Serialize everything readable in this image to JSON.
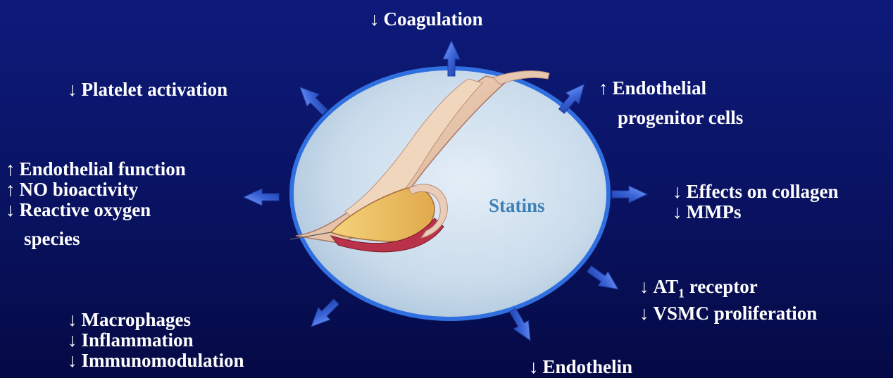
{
  "center": {
    "label": "Statins"
  },
  "effects": {
    "coagulation": {
      "arrow": "↓",
      "text": "Coagulation"
    },
    "platelet": {
      "arrow": "↓",
      "text": "Platelet activation"
    },
    "epc": {
      "arrow": "↑",
      "line1": "Endothelial",
      "line2": "progenitor cells"
    },
    "endo_function": {
      "arrow": "↑",
      "text": "Endothelial function"
    },
    "no_bio": {
      "arrow": "↑",
      "text": "NO bioactivity"
    },
    "ros": {
      "arrow": "↓",
      "line1": "Reactive oxygen",
      "line2": "species"
    },
    "collagen": {
      "arrow": "↓",
      "text": "Effects on collagen"
    },
    "mmps": {
      "arrow": "↓",
      "text": "MMPs"
    },
    "at1": {
      "arrow": "↓",
      "prefix": "AT",
      "subscript": "1",
      "suffix": " receptor"
    },
    "vsmc": {
      "arrow": "↓",
      "text": "VSMC proliferation"
    },
    "macrophages": {
      "arrow": "↓",
      "text": "Macrophages"
    },
    "inflammation": {
      "arrow": "↓",
      "text": "Inflammation"
    },
    "immuno": {
      "arrow": "↓",
      "text": "Immunomodulation"
    },
    "endothelin": {
      "arrow": "↓",
      "text": "Endothelin"
    }
  },
  "colors": {
    "background": "#0a1466",
    "arrow": "#3a63d6",
    "ellipse_border": "#2f6fe0",
    "center_label": "#3e7fb6"
  }
}
